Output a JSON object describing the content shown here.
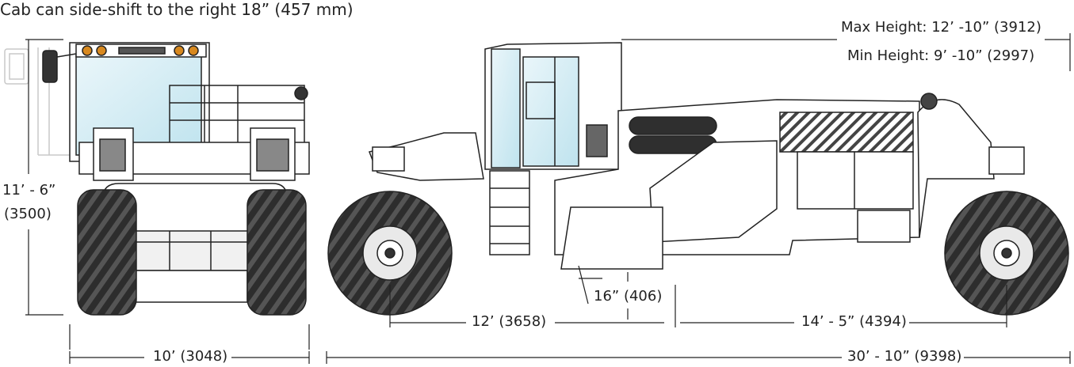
{
  "header": {
    "note": "Cab can side-shift to the right 18” (457 mm)"
  },
  "dimensions": {
    "max_height": "Max Height: 12’ -10” (3912)",
    "min_height": "Min Height: 9’ -10” (2997)",
    "front_height_ft": "11’ - 6”",
    "front_height_mm": "(3500)",
    "front_width": "10’ (3048)",
    "drum_height": "16” (406)",
    "front_wheelbase": "12’ (3658)",
    "rear_wheelbase": "14’ - 5” (4394)",
    "overall_length": "30’ - 10” (9398)"
  }
}
